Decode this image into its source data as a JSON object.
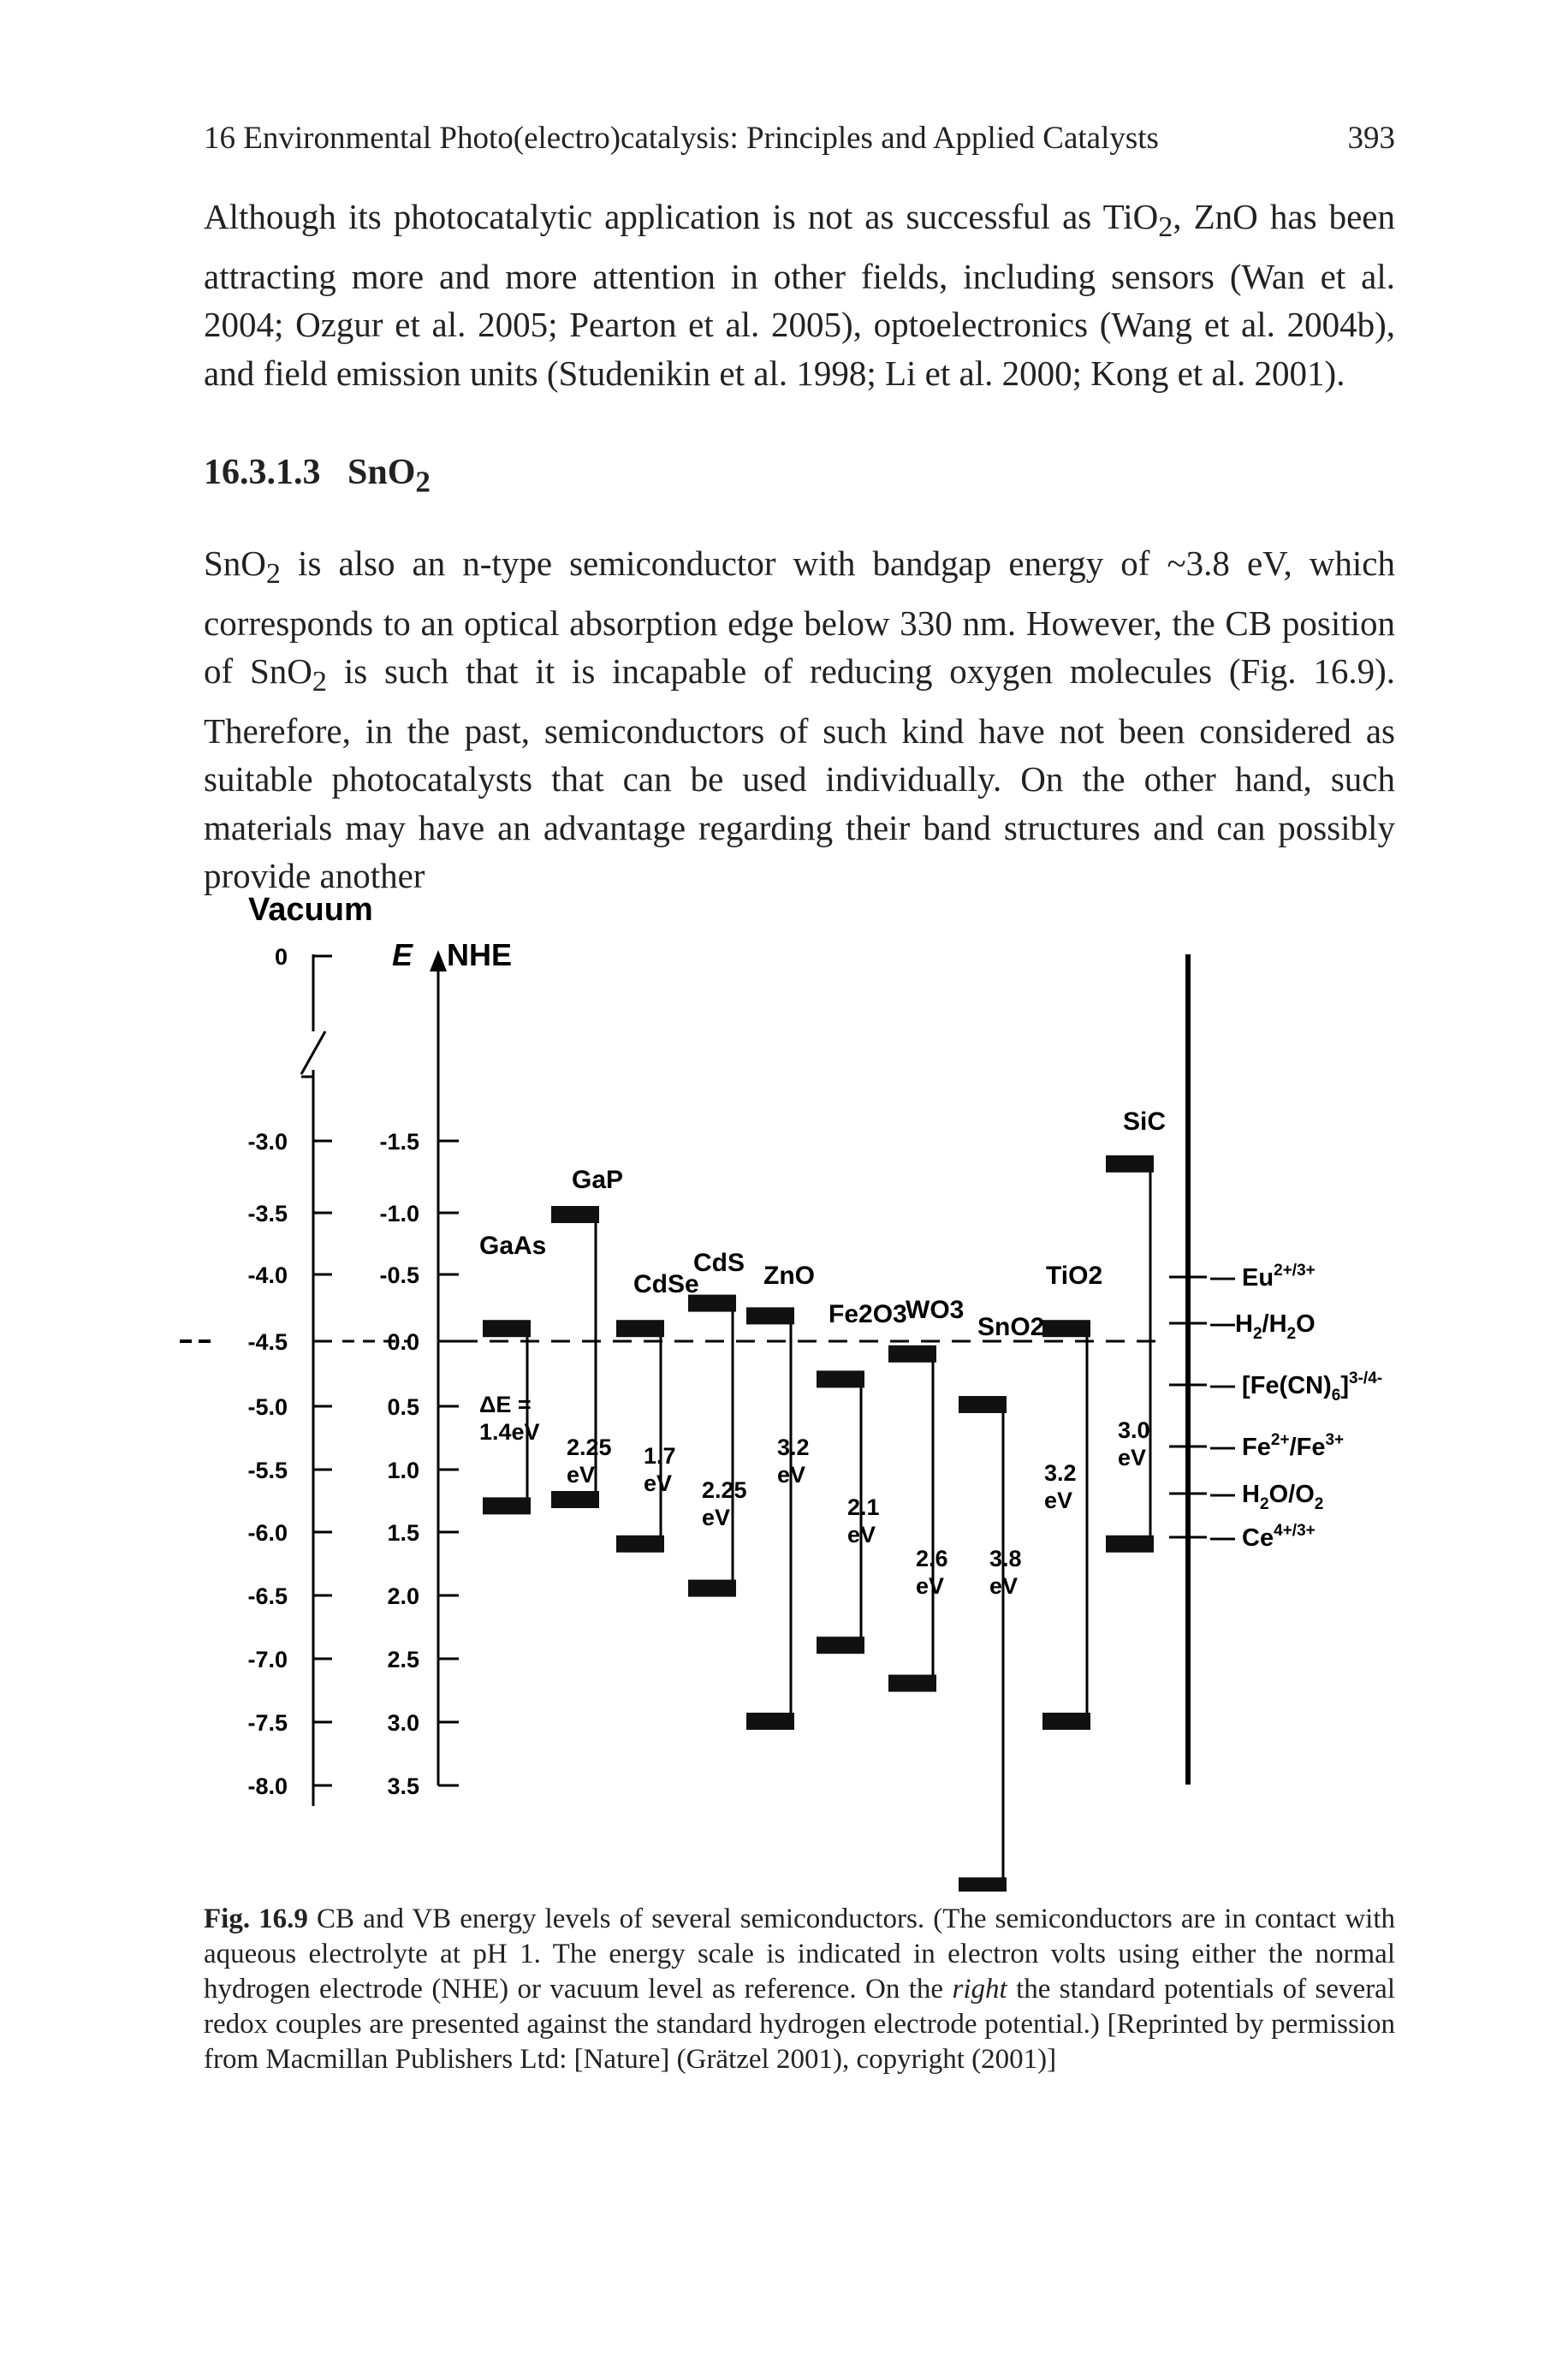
{
  "header": {
    "chapter_title": "16 Environmental Photo(electro)catalysis: Principles and Applied Catalysts",
    "page_number": "393"
  },
  "paragraph1_html": "Although its photocatalytic application is not as successful as TiO<sub>2</sub>, ZnO has been attracting more and more attention in other fields, including sensors (Wan et al. 2004; Ozgur et al. 2005; Pearton et al. 2005), optoelectronics (Wang et al. 2004b), and field emission units (Studenikin et al. 1998; Li et al. 2000; Kong et al. 2001).",
  "section_heading_html": "16.3.1.3&nbsp;&nbsp;&nbsp;SnO<sub>2</sub>",
  "paragraph2_html": "SnO<sub>2</sub> is also an n-type semiconductor with bandgap energy of ~3.8 eV, which corresponds to an optical absorption edge below 330 nm. However, the CB position of SnO<sub>2</sub> is such that it is incapable of reducing oxygen molecules (Fig. 16.9). Therefore, in the past, semiconductors of such kind have not been considered as suitable photocatalysts that can be used individually. On the other hand, such materials may have an advantage regarding their band structures and can possibly provide another",
  "figure": {
    "vacuum_label": "Vacuum",
    "axis_label": "E",
    "axis_unit": "NHE",
    "vacuum_ticks": [
      "0",
      "-3.0",
      "-3.5",
      "-4.0",
      "-4.5",
      "-5.0",
      "-5.5",
      "-6.0",
      "-6.5",
      "-7.0",
      "-7.5",
      "-8.0"
    ],
    "nhe_ticks": [
      "-1.5",
      "-1.0",
      "-0.5",
      "0.0",
      "0.5",
      "1.0",
      "1.5",
      "2.0",
      "2.5",
      "3.0",
      "3.5"
    ],
    "semiconductors": [
      {
        "name": "GaAs",
        "gap": "1.4eV",
        "gap_prefix": "ΔE =",
        "cb": -0.1,
        "vb": 1.3
      },
      {
        "name": "GaP",
        "gap": "2.25 eV",
        "cb": -1.0,
        "vb": 1.25
      },
      {
        "name": "CdSe",
        "gap": "1.7 eV",
        "cb": -0.1,
        "vb": 1.6
      },
      {
        "name": "CdS",
        "gap": "2.25 eV",
        "cb": -0.3,
        "vb": 1.95
      },
      {
        "name": "ZnO",
        "gap": "3.2 eV",
        "cb": -0.2,
        "vb": 3.0
      },
      {
        "name": "Fe2O3",
        "gap": "2.1 eV",
        "cb": 0.3,
        "vb": 2.4
      },
      {
        "name": "WO3",
        "gap": "2.6 eV",
        "cb": 0.1,
        "vb": 2.7
      },
      {
        "name": "SnO2",
        "gap": "3.8 eV",
        "cb": 0.5,
        "vb": 4.3
      },
      {
        "name": "TiO2",
        "gap": "3.2 eV",
        "cb": -0.1,
        "vb": 3.0
      },
      {
        "name": "SiC",
        "gap": "3.0 eV",
        "cb": -1.4,
        "vb": 1.6
      }
    ],
    "redox_couples": [
      "Eu2+/3+",
      "H2/H2O",
      "[Fe(CN)6]3-/4-",
      "Fe2+/Fe3+",
      "H2O/O2",
      "Ce4+/3+"
    ]
  },
  "caption": {
    "label": "Fig. 16.9",
    "text_html": "CB and VB energy levels of several semiconductors. (The semiconductors are in contact with aqueous electrolyte at pH 1. The energy scale is indicated in electron volts using either the normal hydrogen electrode (NHE) or vacuum level as reference. On the <i>right</i> the standard potentials of several redox couples are presented against the standard hydrogen electrode potential.) [Reprinted by permission from Macmillan Publishers Ltd: [Nature] (Grätzel 2001), copyright (2001)]"
  }
}
